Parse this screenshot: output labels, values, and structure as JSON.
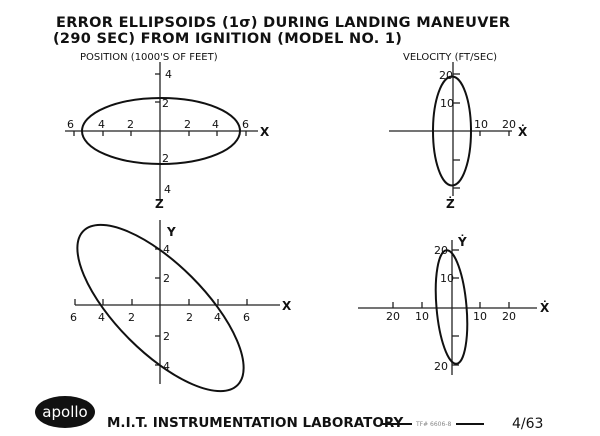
{
  "title": {
    "line1": "ERROR ELLIPSOIDS (1σ) DURING LANDING MANEUVER",
    "line2": "(290 SEC) FROM IGNITION (MODEL NO. 1)"
  },
  "position_label": "POSITION (1000'S OF FEET)",
  "velocity_label": "VELOCITY (FT/SEC)",
  "plot_pos_xz": {
    "x_axis": "X",
    "z_axis": "Z",
    "x_ticks": [
      "6",
      "4",
      "2",
      "2",
      "4",
      "6"
    ],
    "z_ticks": [
      "4",
      "2",
      "2",
      "4"
    ]
  },
  "plot_pos_xy": {
    "x_axis": "X",
    "y_axis": "Y",
    "x_ticks": [
      "6",
      "4",
      "2",
      "2",
      "4",
      "6"
    ],
    "y_ticks": [
      "4",
      "2",
      "2",
      "4"
    ]
  },
  "plot_vel_xz": {
    "x_axis": "Ẋ",
    "z_axis": "Ż",
    "x_ticks": [
      "10",
      "20"
    ],
    "z_ticks": [
      "20",
      "10"
    ]
  },
  "plot_vel_xy": {
    "x_axis": "Ẋ",
    "y_axis": "Ẏ",
    "x_ticks": [
      "20",
      "10",
      "10",
      "20"
    ],
    "y_ticks": [
      "20",
      "10",
      "20"
    ]
  },
  "footer": {
    "logo": "apollo",
    "lab": "M.I.T. INSTRUMENTATION LABORATORY",
    "ref": "TF# 6606-8",
    "date": "4/63"
  }
}
